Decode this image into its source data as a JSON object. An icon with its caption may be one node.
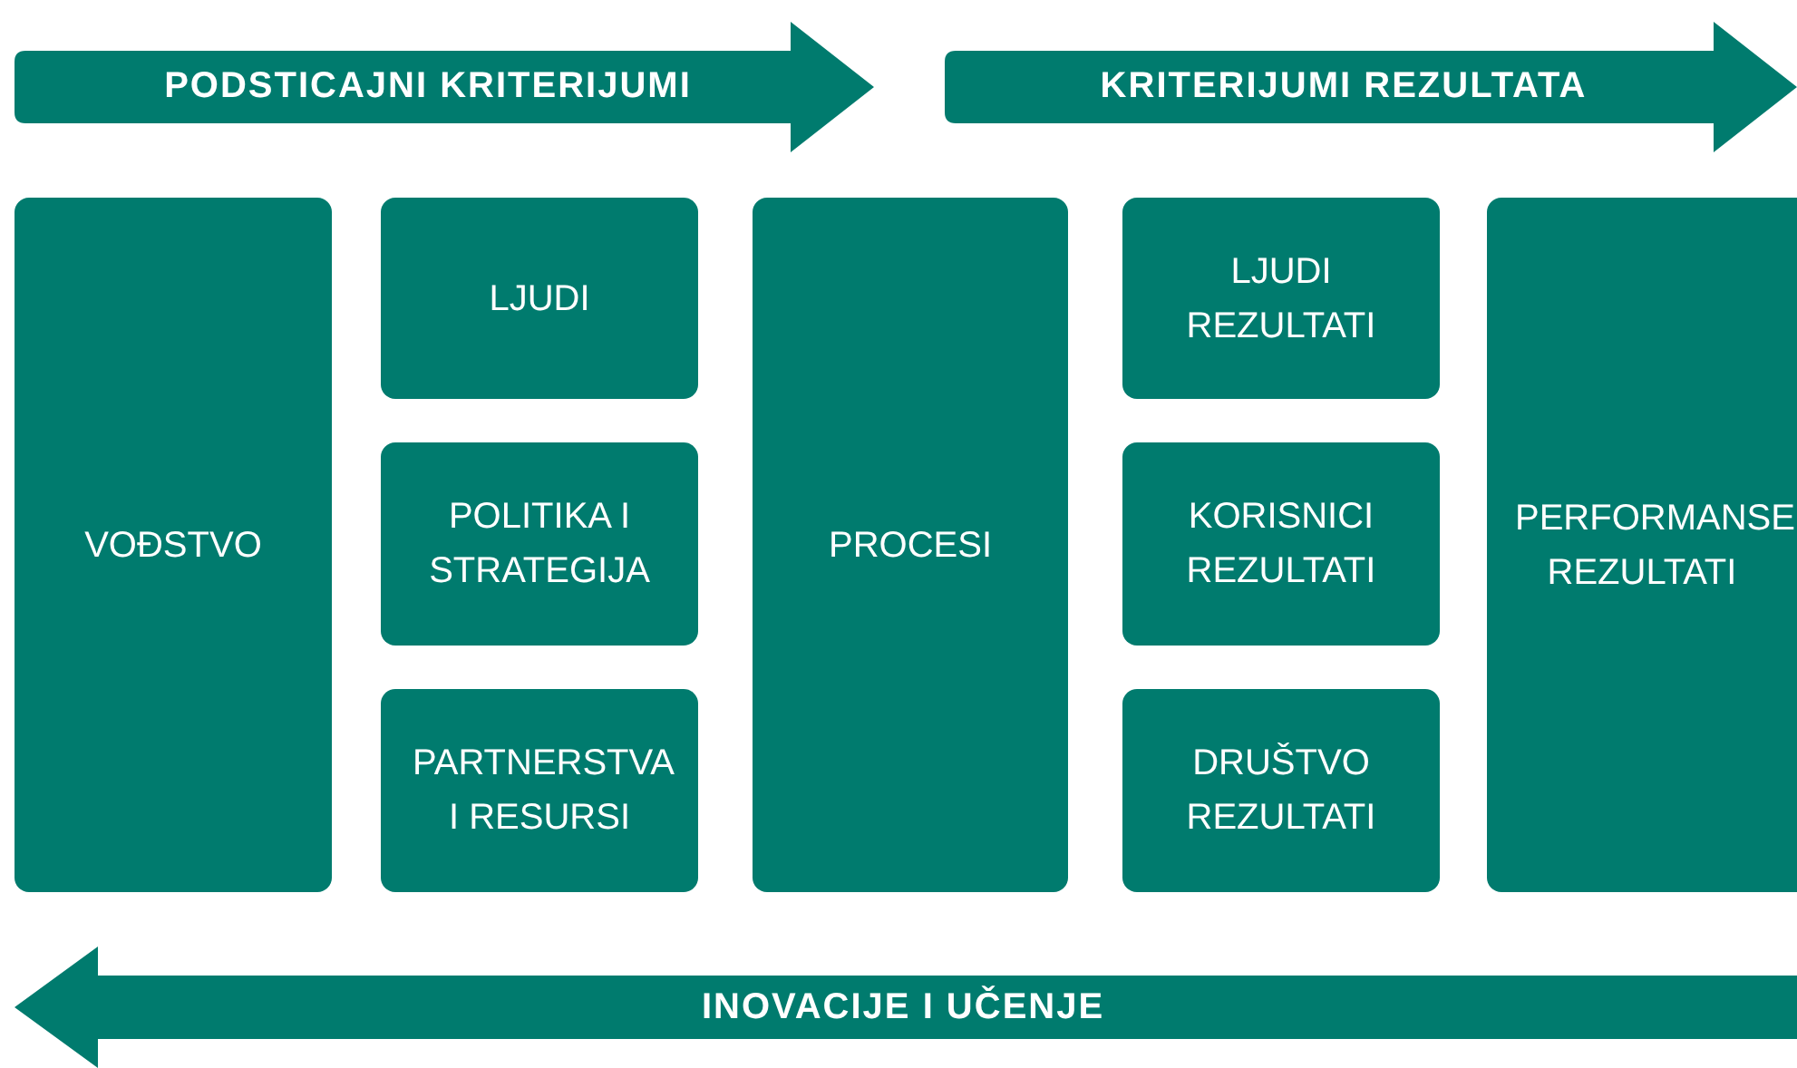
{
  "diagram": {
    "nodes": [
      {
        "text": [
          "PODSTICAJNI KRITERIJUMI"
        ]
      },
      {
        "text": [
          "KRITERIJUMI REZULTATA"
        ]
      },
      {
        "text": [
          "VOĐSTVO"
        ]
      },
      {
        "text": [
          "LJUDI"
        ]
      },
      {
        "text": [
          "POLITIKA I STRATEGIJA"
        ]
      },
      {
        "text": [
          "PARTNERSTVA I RESURSI"
        ]
      },
      {
        "text": [
          "PROCESI"
        ]
      },
      {
        "text": [
          "LJUDI REZULTATI"
        ]
      },
      {
        "text": [
          "KORISNICI REZULTATI"
        ]
      },
      {
        "text": [
          "DRUŠTVO REZULTATI"
        ]
      },
      {
        "text": [
          "PERFORMANSE REZULTATI"
        ]
      },
      {
        "text": [
          "INOVACIJE I UČENJE"
        ]
      }
    ]
  }
}
